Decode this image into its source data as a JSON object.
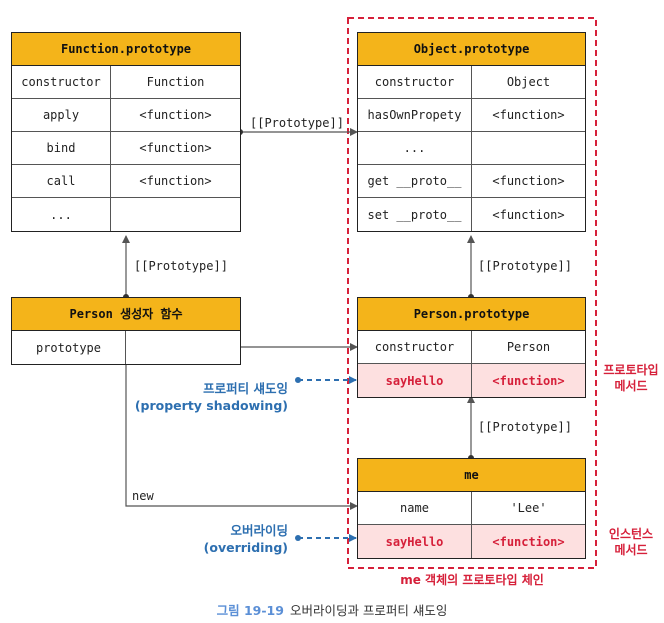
{
  "function_prototype": {
    "title": "Function.prototype",
    "rows": [
      [
        "constructor",
        "Function"
      ],
      [
        "apply",
        "<function>"
      ],
      [
        "bind",
        "<function>"
      ],
      [
        "call",
        "<function>"
      ],
      [
        "...",
        ""
      ]
    ]
  },
  "object_prototype": {
    "title": "Object.prototype",
    "rows": [
      [
        "constructor",
        "Object"
      ],
      [
        "hasOwnPropety",
        "<function>"
      ],
      [
        "...",
        ""
      ],
      [
        "get __proto__",
        "<function>"
      ],
      [
        "set __proto__",
        "<function>"
      ]
    ]
  },
  "person_function": {
    "title": "Person 생성자 함수",
    "rows": [
      [
        "prototype",
        ""
      ]
    ]
  },
  "person_prototype": {
    "title": "Person.prototype",
    "rows": [
      [
        "constructor",
        "Person"
      ],
      [
        "sayHello",
        "<function>"
      ]
    ]
  },
  "me": {
    "title": "me",
    "rows": [
      [
        "name",
        "'Lee'"
      ],
      [
        "sayHello",
        "<function>"
      ]
    ]
  },
  "labels": {
    "proto_horizontal": "[[Prototype]]",
    "proto_person_fn": "[[Prototype]]",
    "proto_person_proto": "[[Prototype]]",
    "proto_me": "[[Prototype]]",
    "new": "new",
    "shadowing_line1": "프로퍼티 섀도잉",
    "shadowing_line2": "(property shadowing)",
    "overriding_line1": "오버라이딩",
    "overriding_line2": "(overriding)",
    "proto_method_line1": "프로토타입",
    "proto_method_line2": "메서드",
    "instance_method_line1": "인스턴스",
    "instance_method_line2": "메서드",
    "chain_title": "me 객체의 프로토타입 체인"
  },
  "caption": {
    "number": "그림 19-19",
    "text": "오버라이딩과 프로퍼티 섀도잉"
  },
  "colors": {
    "header": "#f4b41a",
    "highlight_row": "#fde0e0",
    "accent_red": "#d6203a",
    "accent_blue": "#2d6fb0"
  }
}
